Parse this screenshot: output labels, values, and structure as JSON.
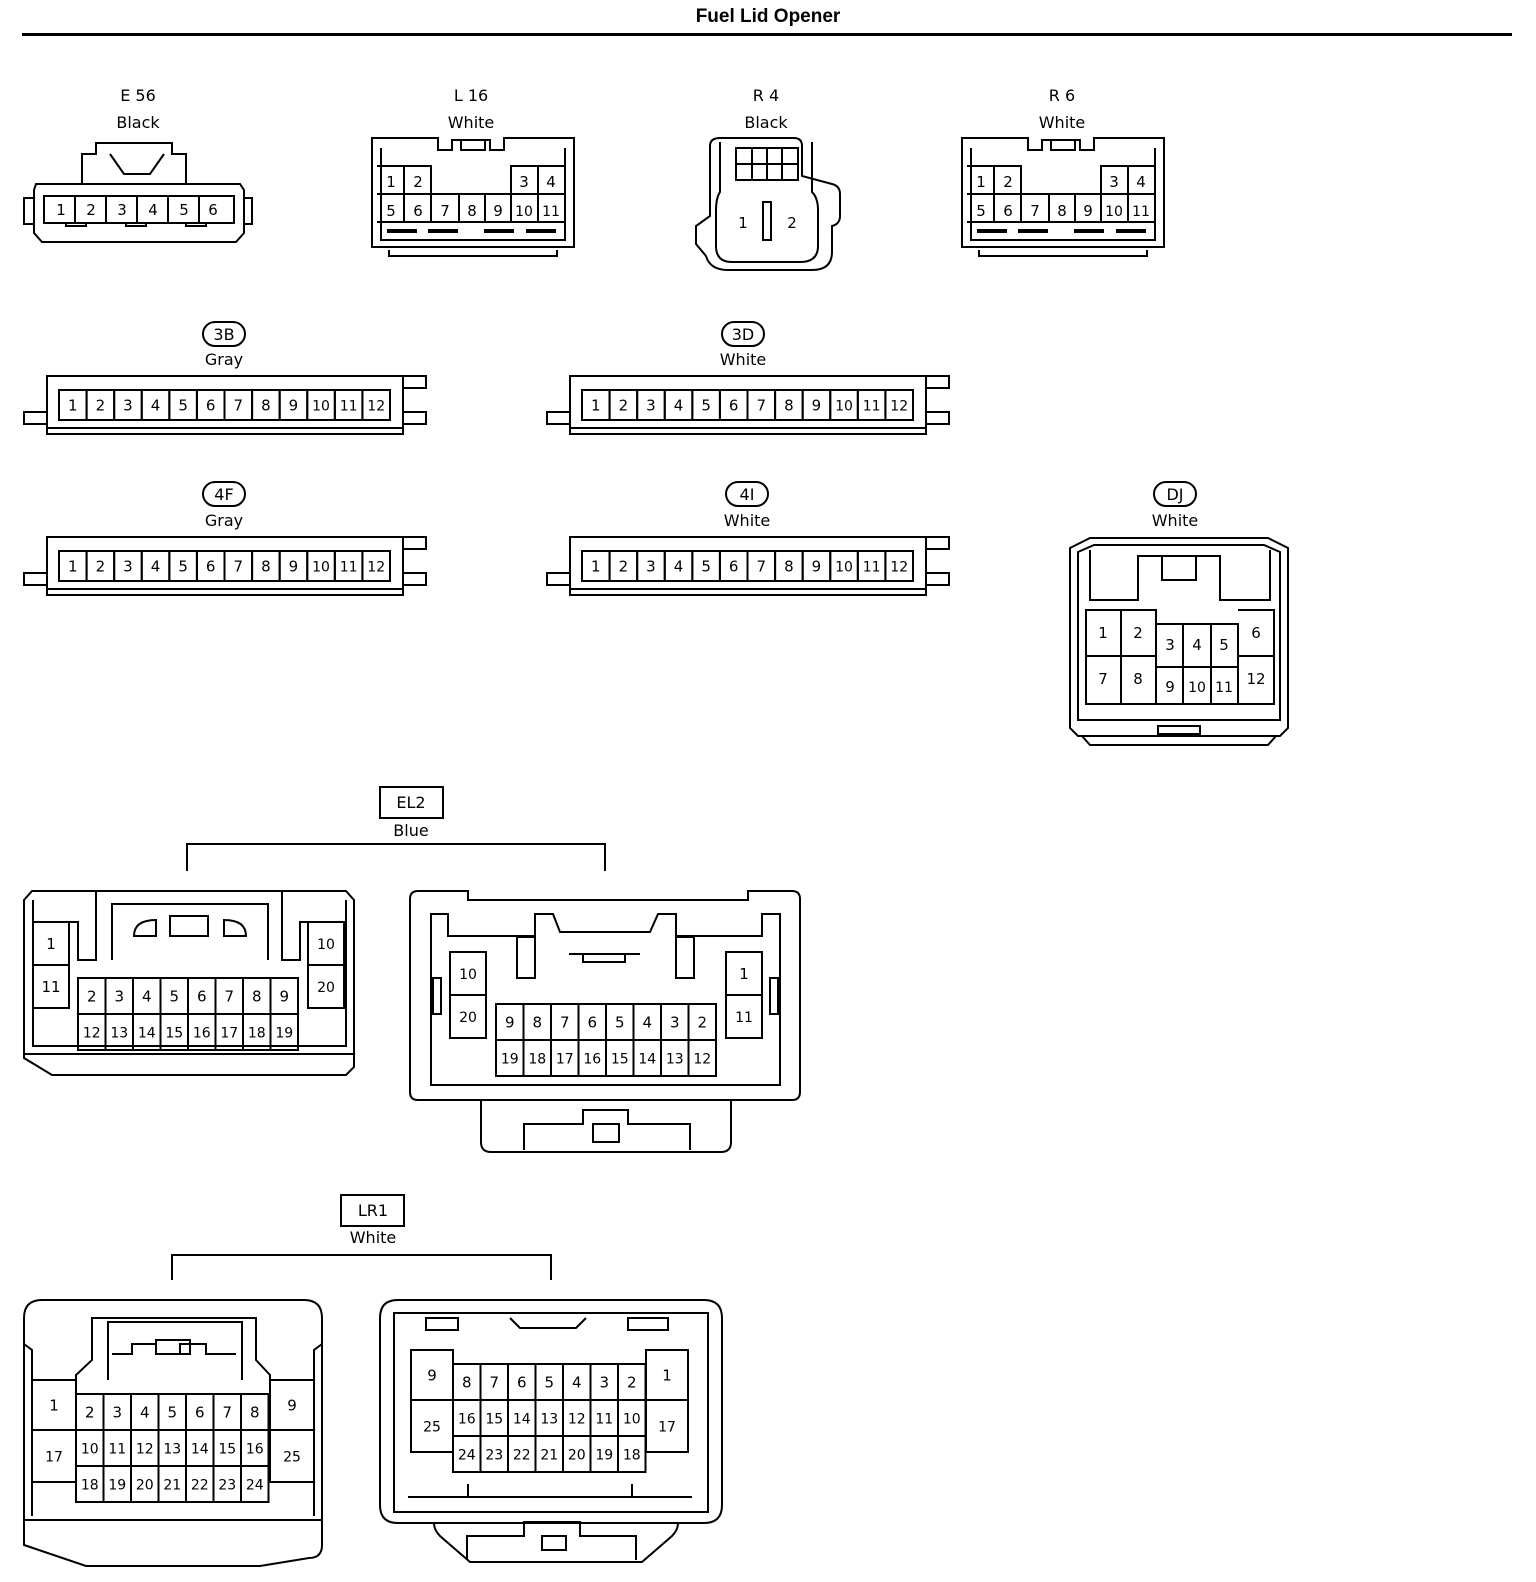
{
  "page_title": "Fuel Lid Opener",
  "connectors": {
    "e56": {
      "code": "E 56",
      "color": "Black",
      "pins": [
        "1",
        "2",
        "3",
        "4",
        "5",
        "6"
      ]
    },
    "l16": {
      "code": "L 16",
      "color": "White",
      "pins": [
        "1",
        "2",
        "3",
        "4",
        "5",
        "6",
        "7",
        "8",
        "9",
        "10",
        "11"
      ]
    },
    "r4": {
      "code": "R 4",
      "color": "Black",
      "pins": [
        "1",
        "2"
      ]
    },
    "r6": {
      "code": "R 6",
      "color": "White",
      "pins": [
        "1",
        "2",
        "3",
        "4",
        "5",
        "6",
        "7",
        "8",
        "9",
        "10",
        "11"
      ]
    },
    "c3b": {
      "code": "3B",
      "color": "Gray",
      "pins": [
        "1",
        "2",
        "3",
        "4",
        "5",
        "6",
        "7",
        "8",
        "9",
        "10",
        "11",
        "12"
      ]
    },
    "c3d": {
      "code": "3D",
      "color": "White",
      "pins": [
        "1",
        "2",
        "3",
        "4",
        "5",
        "6",
        "7",
        "8",
        "9",
        "10",
        "11",
        "12"
      ]
    },
    "c4f": {
      "code": "4F",
      "color": "Gray",
      "pins": [
        "1",
        "2",
        "3",
        "4",
        "5",
        "6",
        "7",
        "8",
        "9",
        "10",
        "11",
        "12"
      ]
    },
    "c4i": {
      "code": "4I",
      "color": "White",
      "pins": [
        "1",
        "2",
        "3",
        "4",
        "5",
        "6",
        "7",
        "8",
        "9",
        "10",
        "11",
        "12"
      ]
    },
    "dj": {
      "code": "DJ",
      "color": "White",
      "pins": [
        "1",
        "2",
        "3",
        "4",
        "5",
        "6",
        "7",
        "8",
        "9",
        "10",
        "11",
        "12"
      ]
    },
    "el2": {
      "code": "EL2",
      "color": "Blue",
      "left_pins": [
        "1",
        "11",
        "2",
        "3",
        "4",
        "5",
        "6",
        "7",
        "8",
        "9",
        "12",
        "13",
        "14",
        "15",
        "16",
        "17",
        "18",
        "19",
        "10",
        "20"
      ],
      "right_pins": [
        "10",
        "20",
        "9",
        "8",
        "7",
        "6",
        "5",
        "4",
        "3",
        "2",
        "19",
        "18",
        "17",
        "16",
        "15",
        "14",
        "13",
        "12",
        "1",
        "11"
      ]
    },
    "lr1": {
      "code": "LR1",
      "color": "White",
      "left_pins": [
        "1",
        "17",
        "2",
        "3",
        "4",
        "5",
        "6",
        "7",
        "8",
        "10",
        "11",
        "12",
        "13",
        "14",
        "15",
        "16",
        "18",
        "19",
        "20",
        "21",
        "22",
        "23",
        "24",
        "9",
        "25"
      ],
      "right_pins": [
        "9",
        "25",
        "8",
        "7",
        "6",
        "5",
        "4",
        "3",
        "2",
        "16",
        "15",
        "14",
        "13",
        "12",
        "11",
        "10",
        "24",
        "23",
        "22",
        "21",
        "20",
        "19",
        "18",
        "1",
        "17"
      ]
    }
  }
}
